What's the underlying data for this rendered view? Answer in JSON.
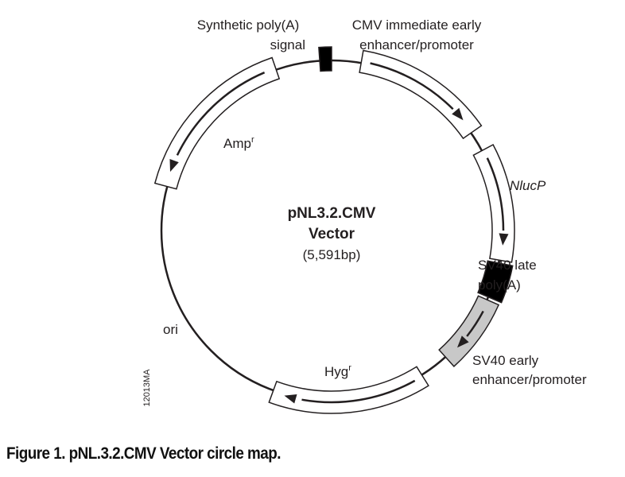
{
  "title_line1": "pNL3.2.CMV",
  "title_line2": "Vector",
  "size": "(5,591bp)",
  "caption": "Figure 1. pNL.3.2.CMV Vector circle map.",
  "figure_code": "12013MA",
  "labels": {
    "synthetic_polya_1": "Synthetic poly(A)",
    "synthetic_polya_2": "signal",
    "cmv_1": "CMV immediate early",
    "cmv_2": "enhancer/promoter",
    "nlucp": "NlucP",
    "sv40_late_1": "SV40 late",
    "sv40_late_2": "poly(A)",
    "sv40_early_1": "SV40 early",
    "sv40_early_2": "enhancer/promoter",
    "hyg": "Hyg",
    "hyg_sup": "r",
    "amp": "Amp",
    "amp_sup": "r",
    "ori": "ori"
  },
  "colors": {
    "line": "#231f20",
    "promoter_fill": "#c8c8c8",
    "polya_fill": "#000000",
    "gene_fill": "#ffffff"
  }
}
